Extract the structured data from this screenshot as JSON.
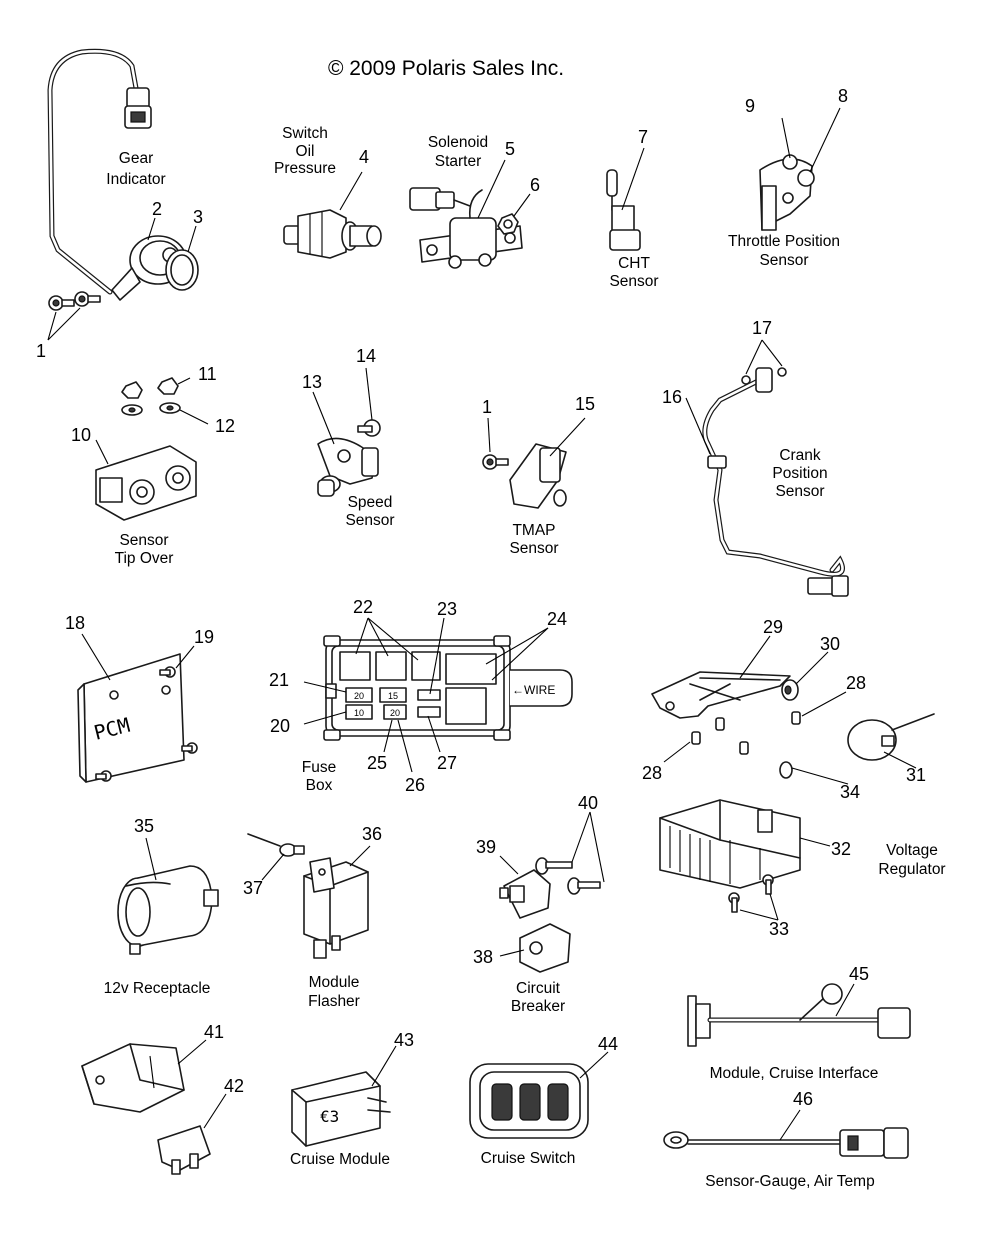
{
  "copyright": "© 2009 Polaris Sales Inc.",
  "captions": {
    "gear_indicator": [
      "Gear",
      "Indicator"
    ],
    "switch_oil_pressure": [
      "Switch",
      "Oil",
      "Pressure"
    ],
    "solenoid_starter": [
      "Solenoid",
      "Starter"
    ],
    "cht_sensor": [
      "CHT",
      "Sensor"
    ],
    "throttle_position_sensor": [
      "Throttle Position",
      "Sensor"
    ],
    "sensor_tip_over": [
      "Sensor",
      "Tip Over"
    ],
    "speed_sensor": [
      "Speed",
      "Sensor"
    ],
    "tmap_sensor": [
      "TMAP",
      "Sensor"
    ],
    "crank_position_sensor": [
      "Crank",
      "Position",
      "Sensor"
    ],
    "fuse_box": [
      "Fuse",
      "Box"
    ],
    "voltage_regulator": [
      "Voltage",
      "Regulator"
    ],
    "receptacle_12v": [
      "12v Receptacle"
    ],
    "module_flasher": [
      "Module",
      "Flasher"
    ],
    "circuit_breaker": [
      "Circuit",
      "Breaker"
    ],
    "module_cruise_interface": [
      "Module, Cruise Interface"
    ],
    "cruise_module": [
      "Cruise Module"
    ],
    "cruise_switch": [
      "Cruise Switch"
    ],
    "sensor_gauge_air_temp": [
      "Sensor-Gauge, Air Temp"
    ]
  },
  "part_markings": {
    "pcm": "PCM",
    "fuse_box_wire": "←WIRE",
    "fuses": [
      "20",
      "15",
      "10",
      "20"
    ]
  },
  "callouts": {
    "c1a": "1",
    "c2": "2",
    "c3": "3",
    "c4": "4",
    "c5": "5",
    "c6": "6",
    "c7": "7",
    "c8": "8",
    "c9": "9",
    "c10": "10",
    "c11": "11",
    "c12": "12",
    "c13": "13",
    "c14": "14",
    "c1b": "1",
    "c15": "15",
    "c16": "16",
    "c17": "17",
    "c18": "18",
    "c19": "19",
    "c20": "20",
    "c21": "21",
    "c22": "22",
    "c23": "23",
    "c24": "24",
    "c25": "25",
    "c26": "26",
    "c27": "27",
    "c28a": "28",
    "c28b": "28",
    "c29": "29",
    "c30": "30",
    "c31": "31",
    "c32": "32",
    "c33": "33",
    "c34": "34",
    "c35": "35",
    "c36": "36",
    "c37": "37",
    "c38": "38",
    "c39": "39",
    "c40": "40",
    "c41": "41",
    "c42": "42",
    "c43": "43",
    "c44": "44",
    "c45": "45",
    "c46": "46"
  }
}
